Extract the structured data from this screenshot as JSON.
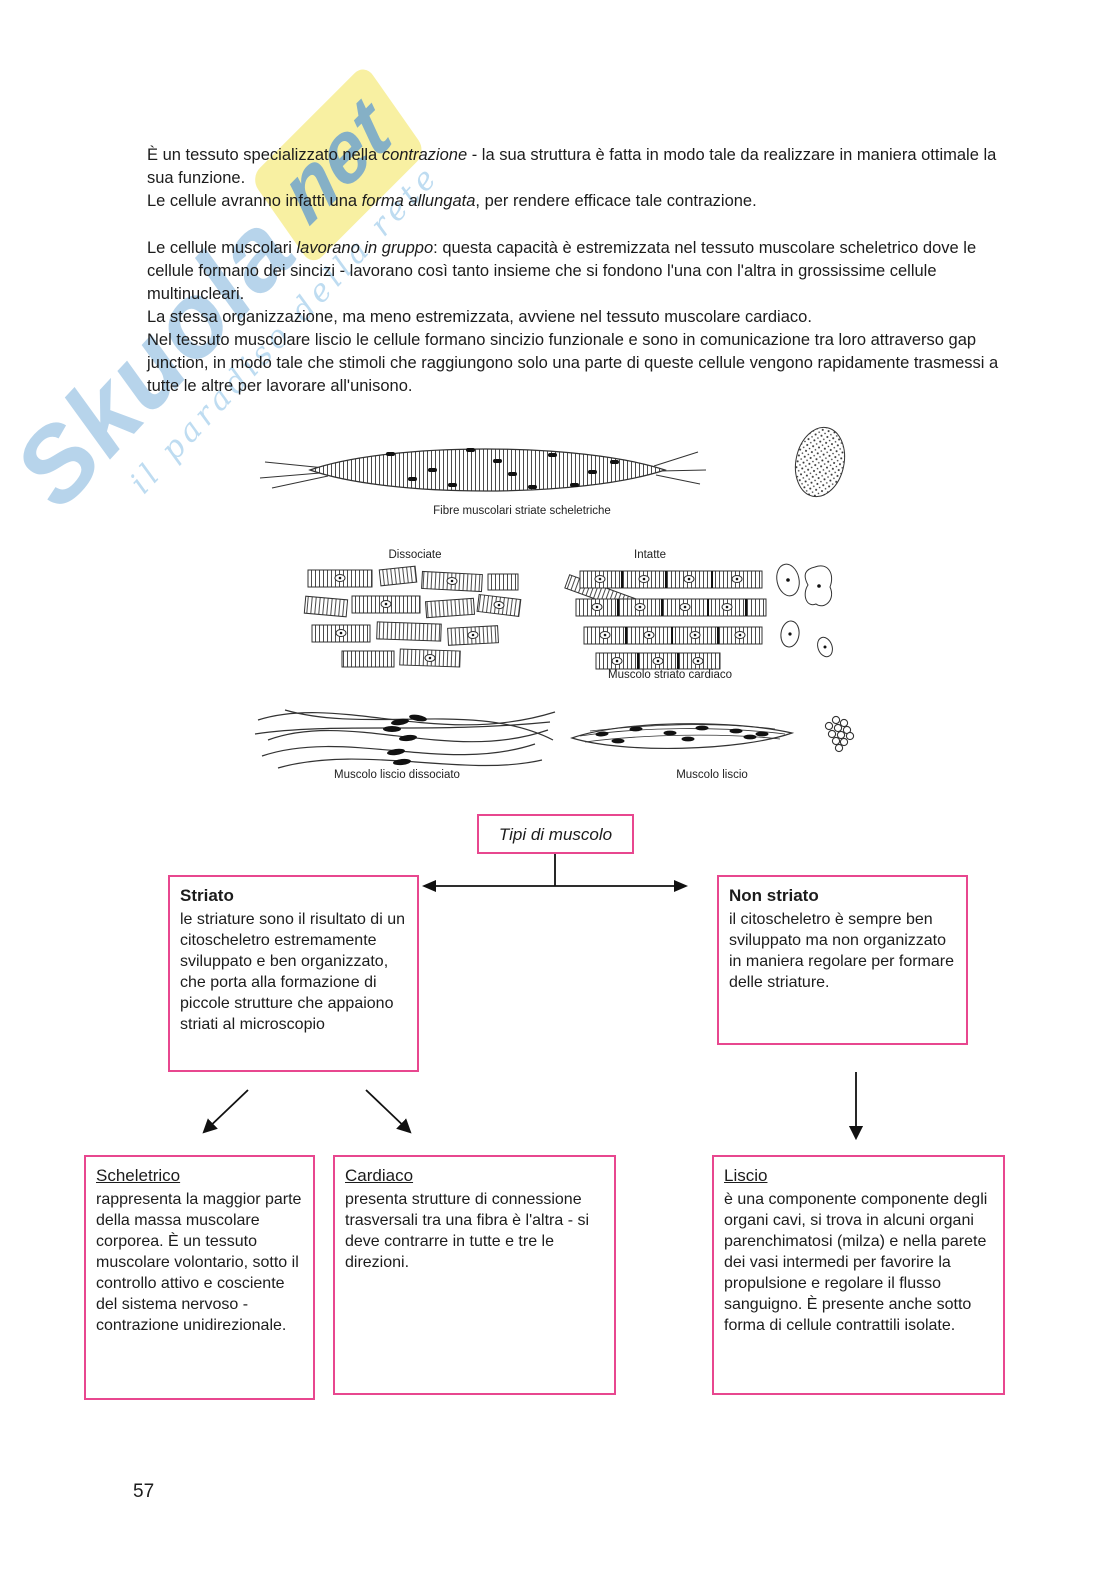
{
  "watermark": {
    "brand": "Skuola",
    "brand_suffix": "net",
    "tagline": "il paradiso della rete"
  },
  "intro": {
    "s1": "È un tessuto specializzato nella ",
    "s2_italic": "contrazione",
    "s3": " - la sua struttura è fatta in modo tale da realizzare in maniera ottimale la sua funzione.",
    "s4": "Le cellule avranno infatti una ",
    "s5_italic": "forma allungata",
    "s6": ", per rendere efficace tale contrazione."
  },
  "body": {
    "s1": "Le cellule muscolari ",
    "s2_italic": "lavorano in gruppo",
    "s3": ": questa capacità è estremizzata nel tessuto muscolare scheletrico dove le cellule formano dei sincizi - lavorano così tanto insieme che si fondono l'una con l'altra in grossissime cellule multinucleari.",
    "line2": "La stessa organizzazione, ma meno estremizzata, avviene nel tessuto muscolare cardiaco.",
    "line3": "Nel tessuto muscolare liscio le cellule formano sincizio funzionale e sono in comunicazione tra loro attraverso gap junction, in modo tale che stimoli che raggiungono solo una parte di queste cellule vengono rapidamente trasmessi a tutte le altre per lavorare all'unisono."
  },
  "figure": {
    "label_fibre": "Fibre muscolari striate scheletriche",
    "label_dissociate": "Dissociate",
    "label_intatte": "Intatte",
    "label_cardiaco": "Muscolo striato cardiaco",
    "label_liscio_dissociato": "Muscolo liscio dissociato",
    "label_liscio": "Muscolo liscio"
  },
  "flowchart": {
    "root_label": "Tipi di muscolo",
    "striato_title": "Striato",
    "striato_body": "le striature sono il risultato di un citoscheletro estremamente sviluppato e ben organizzato, che porta alla formazione di piccole strutture che appaiono striati al microscopio",
    "non_striato_title": "Non striato",
    "non_striato_body": "il citoscheletro è sempre ben sviluppato ma non organizzato in maniera regolare per formare delle striature.",
    "scheletrico_title": "Scheletrico",
    "scheletrico_body": "rappresenta la maggior parte della massa muscolare corporea. È un tessuto muscolare volontario, sotto il controllo attivo e cosciente del sistema nervoso - contrazione unidirezionale.",
    "cardiaco_title": "Cardiaco",
    "cardiaco_body": "presenta strutture di connessione trasversali tra una fibra è l'altra - si deve contrarre in tutte e tre le direzioni.",
    "liscio_title": "Liscio",
    "liscio_body": "è una componente componente degli organi cavi, si trova in alcuni organi parenchimatosi (milza) e nella parete dei vasi intermedi per favorire la propulsione e regolare il flusso sanguigno. È presente anche sotto forma di cellule contrattili isolate."
  },
  "page_number": "57",
  "colors": {
    "box_border": "#e8478f",
    "text": "#1c1c1c",
    "watermark_blue": "#7cb0db",
    "watermark_yellow": "#f7ee98"
  }
}
